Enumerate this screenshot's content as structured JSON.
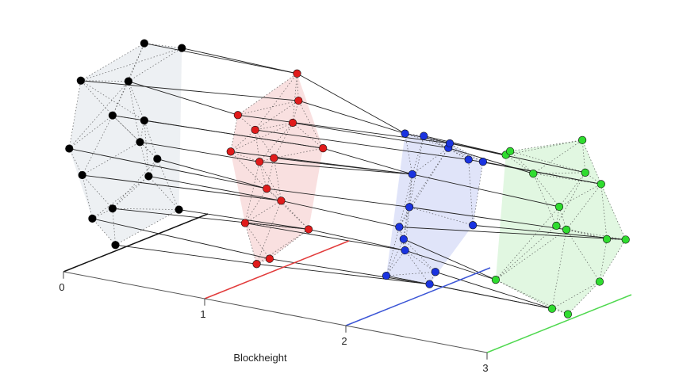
{
  "chart_data": {
    "type": "scatter",
    "projection": "3d",
    "title": "",
    "xlabel": "Blockheight",
    "ylabel": "",
    "zlabel": "",
    "xlim": [
      0,
      3
    ],
    "x_tick_labels": [
      "0",
      "1",
      "2",
      "3"
    ],
    "grid": false,
    "legend": "none",
    "group_colors": [
      "#000000",
      "#e01b1b",
      "#1a33e0",
      "#2fdc2f"
    ],
    "rail_colors": [
      "#111111",
      "#e23b3b",
      "#3b55d6",
      "#4fd84f"
    ],
    "band_fill_colors": [
      "#dfe3ea",
      "#f4c6c6",
      "#c6cef4",
      "#c9f1c9"
    ],
    "series": [
      {
        "blockheight": 0,
        "color": "#000000",
        "points": [
          [
            0.36,
            0.03
          ],
          [
            0.8,
            0.08
          ],
          [
            0.2,
            0.21
          ],
          [
            0.34,
            0.22
          ],
          [
            0.59,
            0.31
          ],
          [
            0.65,
            0.38
          ],
          [
            0.13,
            0.45
          ],
          [
            0.53,
            0.5
          ],
          [
            0.56,
            0.6
          ],
          [
            0.04,
            0.61
          ],
          [
            0.34,
            0.69
          ],
          [
            0.45,
            0.83
          ],
          [
            0.82,
            0.89
          ],
          [
            0.12,
            0.93
          ],
          [
            0.56,
            0.99
          ]
        ]
      },
      {
        "blockheight": 1,
        "color": "#e01b1b",
        "points": [
          [
            0.45,
            0.07
          ],
          [
            0.36,
            0.07
          ],
          [
            0.72,
            0.14
          ],
          [
            0.28,
            0.3
          ],
          [
            0.53,
            0.34
          ],
          [
            0.43,
            0.43
          ],
          [
            0.82,
            0.52
          ],
          [
            0.48,
            0.57
          ],
          [
            0.38,
            0.58
          ],
          [
            0.18,
            0.69
          ],
          [
            0.61,
            0.71
          ],
          [
            0.35,
            0.75
          ],
          [
            0.65,
            0.81
          ],
          [
            0.23,
            0.86
          ],
          [
            0.64,
            0.95
          ]
        ]
      },
      {
        "blockheight": 2,
        "color": "#1a33e0",
        "points": [
          [
            0.58,
            0.04
          ],
          [
            0.62,
            0.09
          ],
          [
            0.28,
            0.17
          ],
          [
            0.88,
            0.25
          ],
          [
            0.41,
            0.26
          ],
          [
            0.4,
            0.32
          ],
          [
            0.37,
            0.39
          ],
          [
            0.44,
            0.47
          ],
          [
            0.95,
            0.55
          ],
          [
            0.85,
            0.59
          ],
          [
            0.46,
            0.63
          ],
          [
            0.71,
            0.69
          ],
          [
            0.72,
            0.71
          ],
          [
            0.54,
            0.8
          ],
          [
            0.41,
            0.85
          ]
        ]
      },
      {
        "blockheight": 3,
        "color": "#2fdc2f",
        "points": [
          [
            0.56,
            0.03
          ],
          [
            0.45,
            0.09
          ],
          [
            0.78,
            0.13
          ],
          [
            0.96,
            0.29
          ],
          [
            0.83,
            0.33
          ],
          [
            0.06,
            0.35
          ],
          [
            0.55,
            0.46
          ],
          [
            0.48,
            0.5
          ],
          [
            0.5,
            0.59
          ],
          [
            0.79,
            0.62
          ],
          [
            0.68,
            0.71
          ],
          [
            0.32,
            0.81
          ],
          [
            0.66,
            0.88
          ],
          [
            0.13,
            0.96
          ],
          [
            0.16,
            0.97
          ]
        ]
      }
    ]
  }
}
